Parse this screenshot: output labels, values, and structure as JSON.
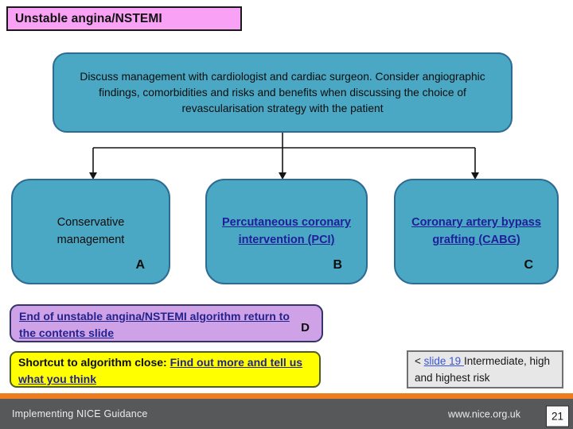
{
  "colors": {
    "pink": "#F9A1F5",
    "teal": "#4AA8C4",
    "teal_border": "#2E6B93",
    "purple": "#CFA2E8",
    "purple_border": "#34346B",
    "yellow": "#FFFF00",
    "yellow_border": "#4F5D20",
    "grey_fill": "#E7E7E7",
    "grey_border": "#707070",
    "link_indigo": "#1F1F99",
    "link_navy": "#23238E",
    "link_blue": "#3A55D5",
    "orange": "#ED7D21",
    "footer_grey": "#57585A"
  },
  "title_box": {
    "label": "Unstable angina/NSTEMI"
  },
  "discussion_box": {
    "text": "Discuss management with cardiologist and cardiac surgeon. Consider angiographic findings, comorbidities and risks and benefits when discussing the choice of revascularisation strategy with the patient"
  },
  "options": [
    {
      "label": "Conservative management",
      "letter": "A"
    },
    {
      "label": "Percutaneous coronary intervention (PCI)",
      "letter": "B"
    },
    {
      "label": "Coronary artery bypass grafting (CABG)",
      "letter": "C"
    }
  ],
  "end_box": {
    "link_text": "End of unstable angina/NSTEMI algorithm return to the contents slide",
    "letter": "D"
  },
  "shortcut_box": {
    "prefix": "Shortcut to algorithm close: ",
    "link_text": "Find out more and tell us what you think"
  },
  "nav_box": {
    "prefix": "< ",
    "link_text": "slide 19 ",
    "suffix": "Intermediate, high and highest risk"
  },
  "footer": {
    "left": "Implementing NICE Guidance",
    "right": "www.nice.org.uk",
    "page": "21"
  }
}
